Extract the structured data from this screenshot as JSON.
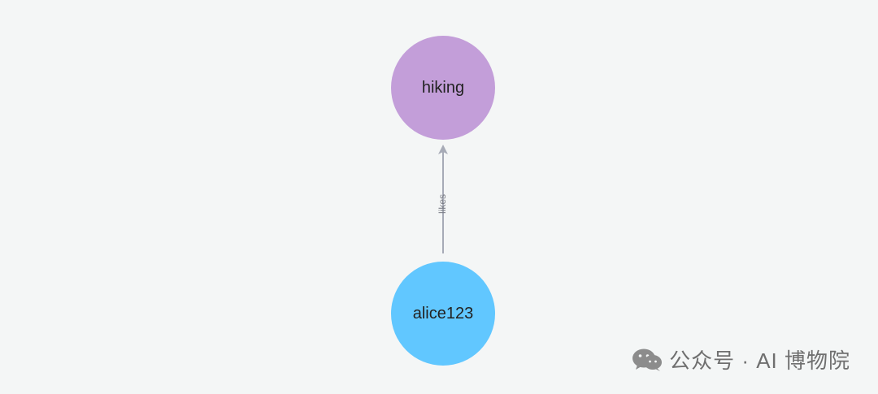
{
  "graph": {
    "nodes": [
      {
        "id": "hiking",
        "label": "hiking",
        "color": "#c39ed9"
      },
      {
        "id": "alice123",
        "label": "alice123",
        "color": "#61c7ff"
      }
    ],
    "edges": [
      {
        "from": "alice123",
        "to": "hiking",
        "label": "likes",
        "color": "#a7abb7"
      }
    ]
  },
  "watermark": {
    "text": "公众号 · AI 博物院",
    "icon": "wechat-icon"
  }
}
